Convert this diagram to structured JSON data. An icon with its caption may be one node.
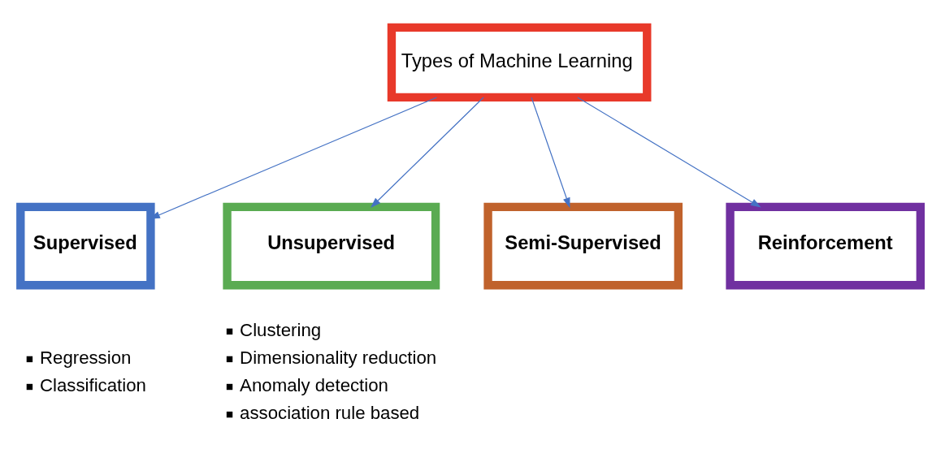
{
  "diagram": {
    "nodes": [
      {
        "text": [
          "Types of Machine Learning"
        ]
      },
      {
        "text": [
          "Supervised"
        ],
        "beside": [
          "Regression",
          "Classification"
        ]
      },
      {
        "text": [
          "Unsupervised"
        ],
        "beside": [
          "Clustering",
          "Dimensionality reduction",
          "Anomaly detection",
          "association rule based"
        ]
      },
      {
        "text": [
          "Semi-Supervised"
        ]
      },
      {
        "text": [
          "Reinforcement"
        ]
      }
    ],
    "edges": [
      {
        "from": 0,
        "to": 1,
        "arrow": "to"
      },
      {
        "from": 0,
        "to": 2,
        "arrow": "to"
      },
      {
        "from": 0,
        "to": 3,
        "arrow": "to"
      },
      {
        "from": 0,
        "to": 4,
        "arrow": "to"
      }
    ]
  }
}
